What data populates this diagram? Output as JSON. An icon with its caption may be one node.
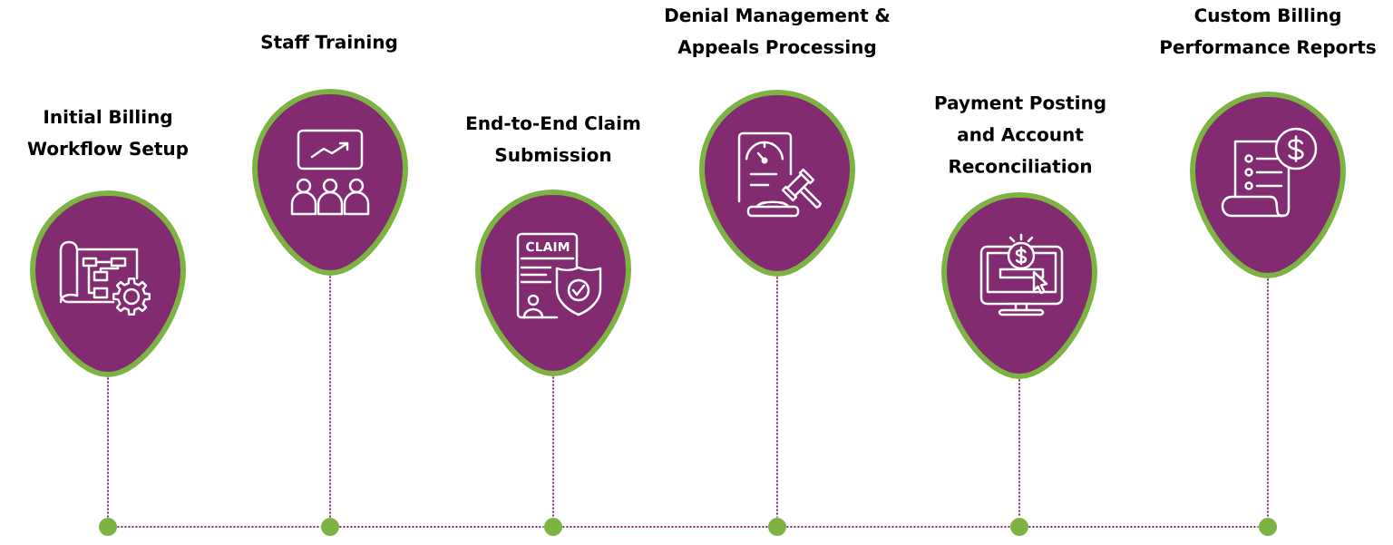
{
  "diagram": {
    "nodes": [
      {
        "text": [
          "Initial Billing Workflow Setup"
        ]
      },
      {
        "text": [
          "Staff Training"
        ]
      },
      {
        "text": [
          "End-to-End Claim Submission"
        ]
      },
      {
        "text": [
          "Denial Management & Appeals Processing"
        ]
      },
      {
        "text": [
          "Payment Posting and Account Reconciliation"
        ]
      },
      {
        "text": [
          "Custom Billing Performance Reports"
        ]
      },
      {
        "text": [],
        "shape": "circle"
      },
      {
        "text": [],
        "shape": "circle"
      },
      {
        "text": [],
        "shape": "circle"
      },
      {
        "text": [],
        "shape": "circle"
      },
      {
        "text": [],
        "shape": "circle"
      },
      {
        "text": [],
        "shape": "circle"
      }
    ],
    "edges": [
      {
        "from": 0,
        "to": 6,
        "arrow": "none",
        "style": "dashed"
      },
      {
        "from": 1,
        "to": 7,
        "arrow": "none",
        "style": "dashed"
      },
      {
        "from": 2,
        "to": 8,
        "arrow": "none",
        "style": "dashed"
      },
      {
        "from": 3,
        "to": 9,
        "arrow": "none",
        "style": "dashed"
      },
      {
        "from": 4,
        "to": 10,
        "arrow": "none",
        "style": "dashed"
      },
      {
        "from": 5,
        "to": 11,
        "arrow": "none",
        "style": "dashed"
      },
      {
        "from": 6,
        "to": 7,
        "arrow": "none",
        "style": "dashed"
      },
      {
        "from": 7,
        "to": 8,
        "arrow": "none",
        "style": "dashed"
      },
      {
        "from": 8,
        "to": 9,
        "arrow": "none",
        "style": "dashed"
      },
      {
        "from": 9,
        "to": 10,
        "arrow": "none",
        "style": "dashed"
      },
      {
        "from": 10,
        "to": 11,
        "arrow": "none",
        "style": "dashed"
      }
    ],
    "labels": [
      "CLAIM"
    ]
  }
}
